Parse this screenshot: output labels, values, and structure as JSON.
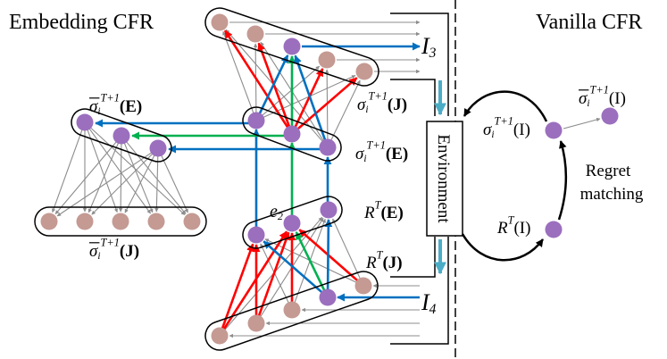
{
  "titles": {
    "left": "Embedding CFR",
    "right": "Vanilla CFR"
  },
  "environment_label": "Environment",
  "labels": {
    "I3": {
      "base": "I",
      "sub": "3"
    },
    "I4": {
      "base": "I",
      "sub": "4"
    },
    "e2": {
      "base": "e",
      "sub": "2"
    },
    "sigma_J": {
      "base": "σ",
      "sub": "i",
      "sup": "T+1",
      "arg": "(J)",
      "bar": false
    },
    "sigma_E": {
      "base": "σ",
      "sub": "i",
      "sup": "T+1",
      "arg": "(E)",
      "bar": false
    },
    "R_E": {
      "base": "R",
      "sup": "T",
      "arg": "(E)"
    },
    "R_J": {
      "base": "R",
      "sup": "T",
      "arg": "(J)"
    },
    "avg_sigma_E": {
      "base": "σ",
      "sub": "i",
      "sup": "T+1",
      "arg": "(E)",
      "bar": true
    },
    "avg_sigma_J": {
      "base": "σ",
      "sub": "i",
      "sup": "T+1",
      "arg": "(J)",
      "bar": true
    },
    "sigma_I": {
      "base": "σ",
      "sub": "i",
      "sup": "T+1",
      "arg": "(I)"
    },
    "R_I": {
      "base": "R",
      "sup": "T",
      "arg": "(I)"
    },
    "avg_sigma_I": {
      "base": "σ",
      "sub": "i",
      "sup": "T+1",
      "arg": "(I)",
      "bar": true
    },
    "regret_matching": [
      "Regret",
      "matching"
    ]
  },
  "colors": {
    "brown_node": "#c49a93",
    "purple_node": "#9b6fbe",
    "red": "#ff0000",
    "blue": "#0070c0",
    "green": "#00b050",
    "gray": "#8c8c8c",
    "cyan": "#4bacc6"
  }
}
